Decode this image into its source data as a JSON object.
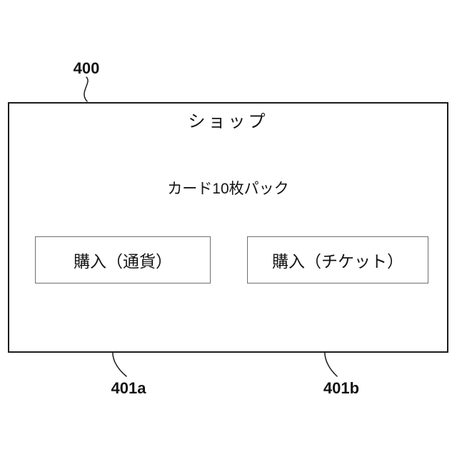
{
  "figure": {
    "colors": {
      "background": "#ffffff",
      "ink": "#1b1b1b",
      "button_border": "#6f6f6f"
    },
    "screen": {
      "ref": "400",
      "title": "ショップ",
      "item_label": "カード10枚パック",
      "buttons": [
        {
          "ref": "401a",
          "label": "購入（通貨）"
        },
        {
          "ref": "401b",
          "label": "購入（チケット）"
        }
      ]
    }
  }
}
